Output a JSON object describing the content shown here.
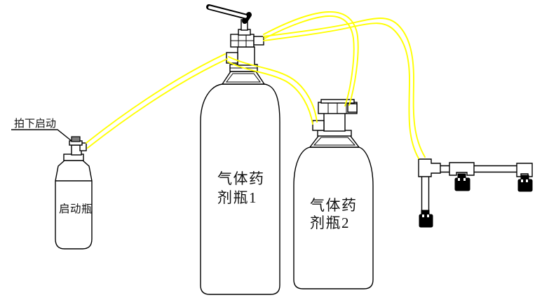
{
  "colors": {
    "tube": "#ffff00",
    "outline": "#000000",
    "background": "#ffffff",
    "nozzle_fill": "#000000",
    "cap_fill": "#7d7d7d"
  },
  "labels": {
    "press_to_start": "拍下启动",
    "starter_bottle": "启动瓶",
    "agent_bottle1": {
      "line1": "气体药",
      "line2": "剂瓶1"
    },
    "agent_bottle2": {
      "line1": "气体药",
      "line2": "剂瓶2"
    }
  }
}
